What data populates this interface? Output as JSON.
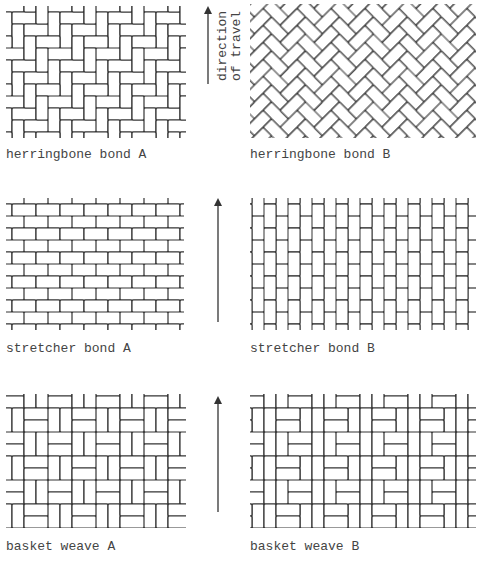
{
  "diagram": {
    "labels": [
      "herringbone bond A",
      "direction of travel",
      "herringbone bond B",
      "stretcher bond A",
      "stretcher bond B",
      "basket weave A",
      "basket weave B"
    ]
  }
}
